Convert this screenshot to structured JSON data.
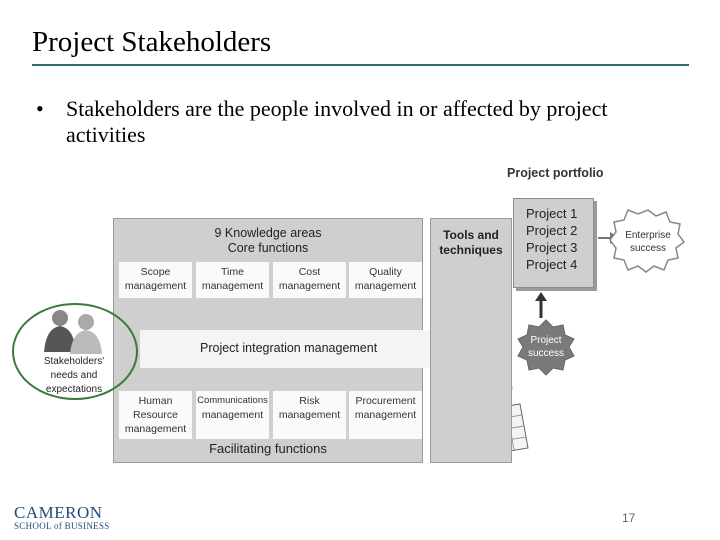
{
  "slide": {
    "title": "Project Stakeholders",
    "bullet": "Stakeholders are the people involved in or affected by project activities",
    "page_number": "17"
  },
  "logo": {
    "name_top": "CAMERON",
    "name_bottom": "SCHOOL of BUSINESS"
  },
  "figure": {
    "portfolio_title": "Project portfolio",
    "portfolio_items": [
      "Project 1",
      "Project 2",
      "Project 3",
      "Project 4"
    ],
    "enterprise_label": [
      "Enterprise",
      "success"
    ],
    "project_success_label": [
      "Project",
      "success"
    ],
    "knowledge_title": [
      "9 Knowledge areas",
      "Core functions"
    ],
    "core_functions": [
      [
        "Scope",
        "management"
      ],
      [
        "Time",
        "management"
      ],
      [
        "Cost",
        "management"
      ],
      [
        "Quality",
        "management"
      ]
    ],
    "integration_label": "Project integration management",
    "facilitating_functions": [
      [
        "Human",
        "Resource",
        "management"
      ],
      [
        "Communications",
        "management"
      ],
      [
        "Risk",
        "management"
      ],
      [
        "Procurement",
        "management"
      ]
    ],
    "facilitating_title": "Facilitating functions",
    "tools_label": [
      "Tools and",
      "techniques"
    ],
    "stakeholders_label": [
      "Stakeholders'",
      "needs and",
      "expectations"
    ]
  },
  "colors": {
    "accent_rule": "#2e6b6a",
    "circle": "#3b7a3b",
    "logo": "#1f4b7a"
  }
}
